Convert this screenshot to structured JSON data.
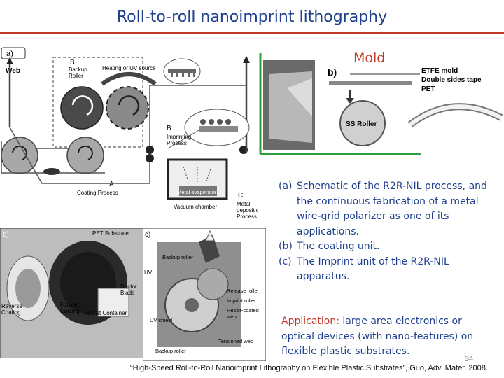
{
  "slide": {
    "title": "Roll-to-roll nanoimprint lithography",
    "mold_label": "Mold",
    "page_number": "34",
    "reference": "“High-Speed Roll-to-Roll Nanoimprint Lithography on Flexible Plastic Substrates”, Guo, Adv. Mater. 2008."
  },
  "caption": {
    "items": [
      {
        "marker": "(a)",
        "text": "Schematic of the R2R-NIL process, and the continuous fabrication of a metal wire-grid polarizer as one of its applications."
      },
      {
        "marker": "(b)",
        "text": "The coating unit."
      },
      {
        "marker": "(c)",
        "text": "The Imprint unit of the R2R-NIL apparatus."
      }
    ]
  },
  "application": {
    "lead": "Application:",
    "text": " large area electronics or optical devices (with nano-features) on flexible plastic substrates."
  },
  "figure_a": {
    "panel": "a)",
    "web": "Web",
    "b_upper": "B",
    "backup_roller": [
      "Backup",
      "Roller"
    ],
    "source": "Heating or UV source",
    "b_lower": "B",
    "imprinting": [
      "Imprinting",
      "Process"
    ],
    "a_label": "A",
    "coating": "Coating Process",
    "evaporator": "Metal evaporator",
    "vacuum": "Vacuum chamber",
    "c_label": "C",
    "metal_dep": [
      "Metal",
      "deposition",
      "Process"
    ]
  },
  "figure_b": {
    "panel": "b)",
    "pet": "PET Substrate",
    "doctor": [
      "Doctor",
      "Blade"
    ],
    "reverse": [
      "Reverse",
      "Coating"
    ],
    "forward": [
      "Forward",
      "Coating"
    ],
    "resist": "Resist Container"
  },
  "figure_c": {
    "panel": "c)",
    "backup_top": "Backup roller",
    "uv": "UV",
    "release": "Release roller",
    "imprint": "Imprint roller",
    "resist_web": [
      "Resist-coated",
      "web"
    ],
    "uv_shield": "UV shield",
    "tensioned": "Tensioned web",
    "backup_bottom": "Backup roller"
  },
  "figure_mold": {
    "panel": "b)",
    "layers": [
      "ETFE mold",
      "Double sides tape",
      "PET"
    ],
    "roller": "SS Roller"
  },
  "colors": {
    "title": "#1f3f8f",
    "accent": "#c0392b",
    "frame": "#2e9e3e"
  }
}
